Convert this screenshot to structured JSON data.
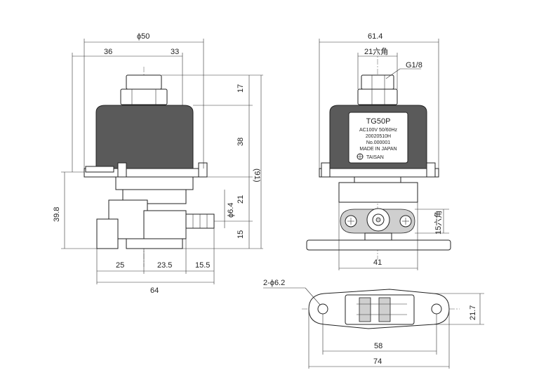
{
  "front_view": {
    "dia_body": "ϕ50",
    "w_left": "36",
    "w_right": "33",
    "h_nut": "17",
    "h_body": "38",
    "h_overall": "(91)",
    "h_base": "39.8",
    "h_mid": "21",
    "h_lower": "15",
    "dia_outlet": "ϕ6.4",
    "w_a": "25",
    "w_b": "23.5",
    "w_c": "15.5",
    "w_total": "64"
  },
  "side_view": {
    "w_top": "61.4",
    "hex": "21六角",
    "thread": "G1/8",
    "hex_side": "15六角",
    "w_flange": "41",
    "nameplate": {
      "model": "TG50P",
      "rating": "AC100V 50/60Hz",
      "serial_date": "20020510H",
      "number": "No.000001",
      "origin": "MADE IN JAPAN",
      "brand": "TAISAN"
    }
  },
  "bottom_view": {
    "holes": "2-ϕ6.2",
    "height": "21.7",
    "pitch": "58",
    "length": "74"
  }
}
